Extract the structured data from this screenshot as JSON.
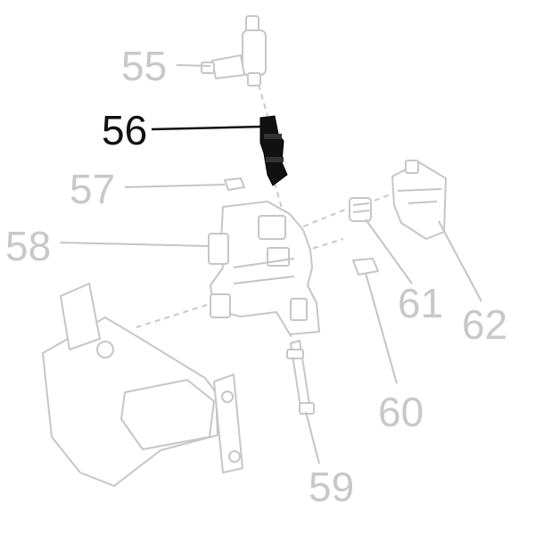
{
  "labels": {
    "55": "55",
    "56": "56",
    "57": "57",
    "58": "58",
    "59": "59",
    "60": "60",
    "61": "61",
    "62": "62"
  },
  "highlighted_part": "56",
  "colors": {
    "highlight": "#111111",
    "muted": "#c8c8c8",
    "background": "#ffffff"
  }
}
